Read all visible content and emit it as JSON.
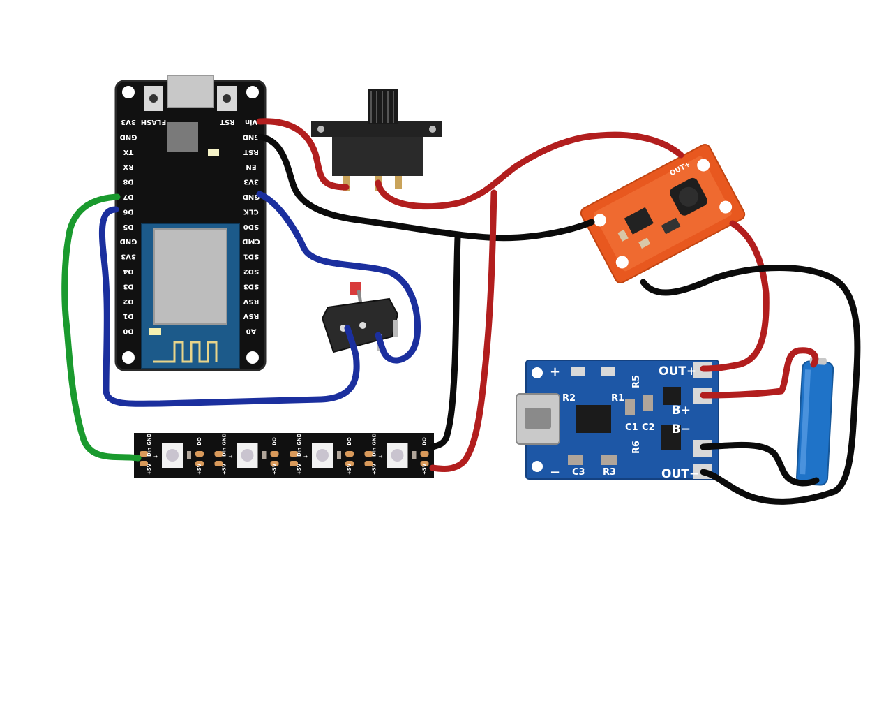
{
  "colors": {
    "wire_red": "#b21e1e",
    "wire_black": "#0b0b0b",
    "wire_blue": "#1b2f9e",
    "wire_green": "#1a9a2e",
    "mcu_board": "#111111",
    "charger_board": "#1d57a6",
    "boost_board": "#e8581f",
    "battery": "#1f73c8"
  },
  "mcu": {
    "button_left": "FLASH",
    "button_right": "RST",
    "left_pins": [
      "3V3",
      "GND",
      "TX",
      "RX",
      "D8",
      "D7",
      "D6",
      "D5",
      "GND",
      "3V3",
      "D4",
      "D3",
      "D2",
      "D1",
      "D0"
    ],
    "right_pins": [
      "Vin",
      "GND",
      "RST",
      "EN",
      "3V3",
      "GND",
      "CLK",
      "SD0",
      "CMD",
      "SD1",
      "SD2",
      "SD3",
      "RSV",
      "RSV",
      "A0"
    ]
  },
  "strip": {
    "segments": [
      {
        "din": "Din",
        "gnd": "GND",
        "v5": "+5V",
        "do": "DO"
      },
      {
        "din": "Din",
        "gnd": "GND",
        "v5": "+5V",
        "do": "DO"
      },
      {
        "din": "Din",
        "gnd": "GND",
        "v5": "+5V",
        "do": "DO"
      },
      {
        "din": "Din",
        "gnd": "GND",
        "v5": "+5V",
        "do": "DO"
      }
    ]
  },
  "charger": {
    "plus": "+",
    "minus": "−",
    "out_plus": "OUT+",
    "b_plus": "B+",
    "b_minus": "B−",
    "out_minus": "OUT−",
    "r5": "R5",
    "r2": "R2",
    "r1": "R1",
    "c1": "C1",
    "c2": "C2",
    "r6": "R6",
    "c3": "C3",
    "r3": "R3"
  },
  "boost": {
    "out_label": "OUT+"
  }
}
